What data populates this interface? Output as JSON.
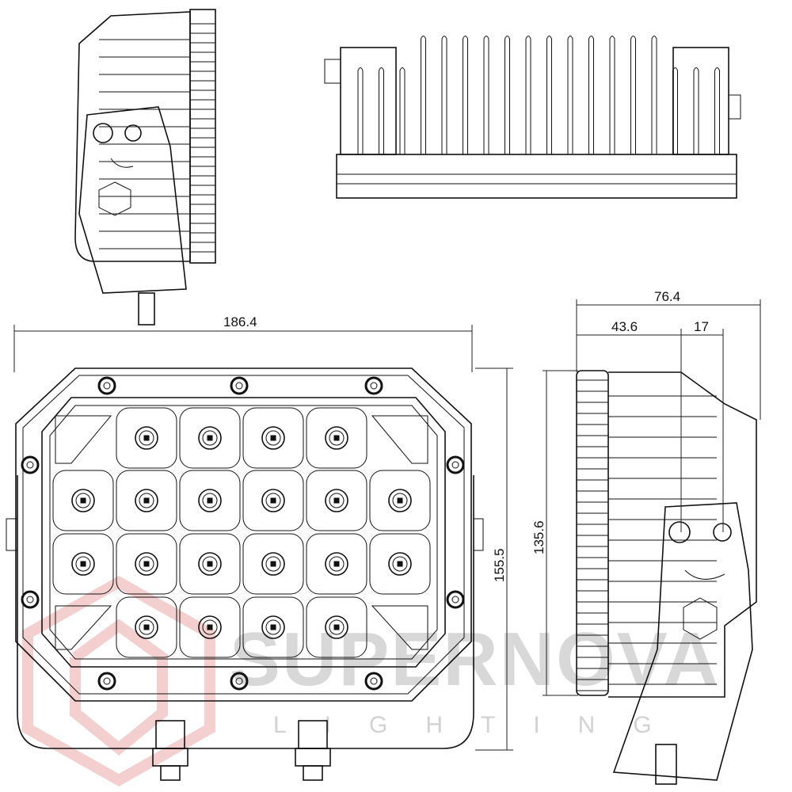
{
  "dimensions": {
    "front_width": "186.4",
    "front_height": "155.5",
    "side_depth": "76.4",
    "side_depth_to_pivot": "43.6",
    "side_pivot_offset": "17",
    "side_height": "135.6"
  },
  "watermark": {
    "brand": "SUPERNOVA",
    "sub": "LIGHTING"
  },
  "colors": {
    "line": "#111111",
    "watermark_logo": "#f2c4c4",
    "watermark_text": "#c8c8c8"
  }
}
